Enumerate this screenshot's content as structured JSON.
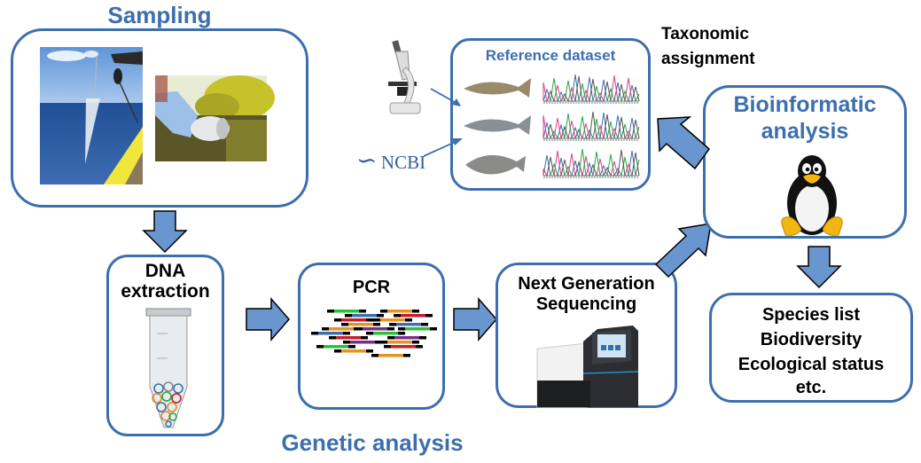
{
  "colors": {
    "accent": "#3d6fad",
    "arrow_fill": "#6a96cf",
    "text_dark": "#000000"
  },
  "sampling": {
    "title": "Sampling",
    "images": [
      "plankton-net-boat-photo",
      "water-bottle-sampling-photo"
    ]
  },
  "reference": {
    "title": "Reference dataset",
    "sources": [
      "microscope-icon",
      "NCBI"
    ],
    "ncbi_label": "NCBI",
    "rows": [
      "trout-fish",
      "herring-fish",
      "flatfish"
    ]
  },
  "taxonomic": {
    "line1": "Taxonomic",
    "line2": "assignment"
  },
  "bioinformatic": {
    "line1": "Bioinformatic",
    "line2": "analysis",
    "icon": "linux-penguin-icon"
  },
  "dna": {
    "line1": "DNA",
    "line2": "extraction",
    "icon": "microtube-icon"
  },
  "pcr": {
    "title": "PCR",
    "icon": "amplicon-reads-icon"
  },
  "ngs": {
    "line1": "Next Generation",
    "line2": "Sequencing",
    "icon": "sequencer-machine-icon"
  },
  "results": {
    "lines": [
      "Species list",
      "Biodiversity",
      "Ecological status",
      "etc."
    ]
  },
  "genetic_label": "Genetic analysis"
}
